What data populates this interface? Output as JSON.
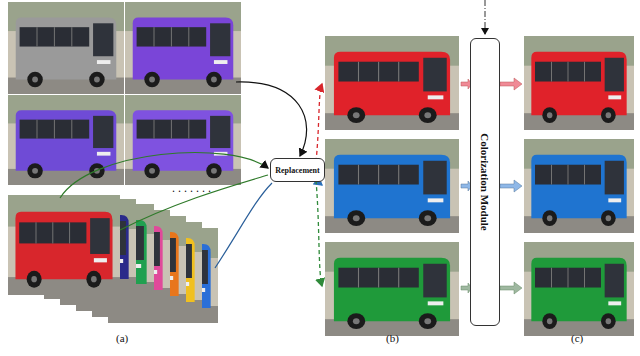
{
  "diagram": {
    "nodes": [
      {
        "text": [
          "Replacement"
        ]
      },
      {
        "text": [
          "Colorization Module"
        ]
      }
    ],
    "labels": [
      "(a)",
      "(b)",
      "(c)"
    ]
  }
}
